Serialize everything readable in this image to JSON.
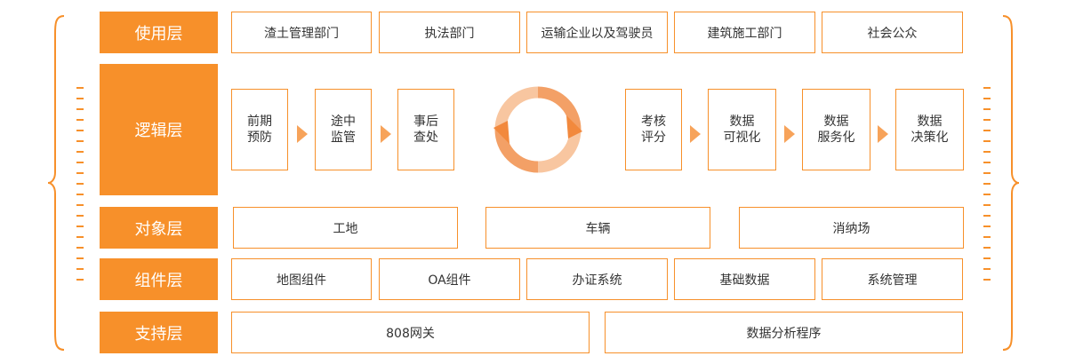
{
  "layers": {
    "usage": {
      "label": "使用层",
      "items": [
        "渣土管理部门",
        "执法部门",
        "运输企业以及驾驶员",
        "建筑施工部门",
        "社会公众"
      ]
    },
    "logic": {
      "label": "逻辑层",
      "left_steps": [
        [
          "前期",
          "预防"
        ],
        [
          "途中",
          "监管"
        ],
        [
          "事后",
          "查处"
        ]
      ],
      "right_steps": [
        [
          "考核",
          "评分"
        ],
        [
          "数据",
          "可视化"
        ],
        [
          "数据",
          "服务化"
        ],
        [
          "数据",
          "决策化"
        ]
      ]
    },
    "object": {
      "label": "对象层",
      "items": [
        "工地",
        "车辆",
        "消纳场"
      ]
    },
    "component": {
      "label": "组件层",
      "items": [
        "地图组件",
        "OA组件",
        "办证系统",
        "基础数据",
        "系统管理"
      ]
    },
    "support": {
      "label": "支持层",
      "items": [
        "808网关",
        "数据分析程序"
      ]
    }
  },
  "colors": {
    "accent": "#f7902a",
    "arrow": "#f7a35a",
    "ring": "#f4a46a"
  },
  "icons": {
    "cycle": "refresh-cycle-icon",
    "step_arrow": "arrow-right-icon",
    "side": "brace-bracket-icon"
  }
}
